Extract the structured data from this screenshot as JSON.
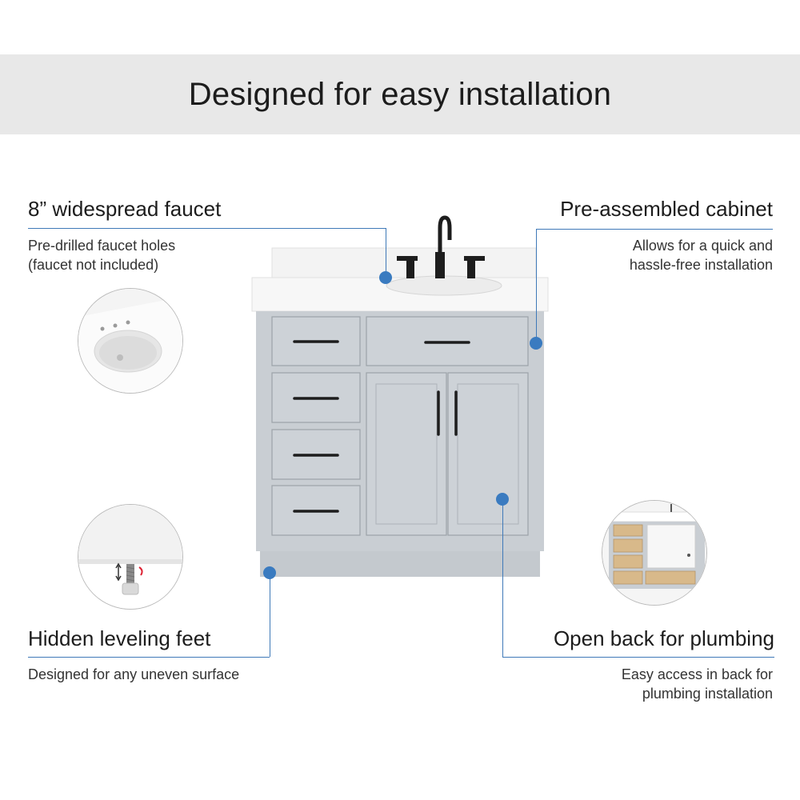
{
  "header": {
    "title": "Designed for easy installation"
  },
  "features": {
    "faucet": {
      "title": "8” widespread faucet",
      "desc_line1": "Pre-drilled faucet holes",
      "desc_line2": "(faucet not included)"
    },
    "cabinet": {
      "title": "Pre-assembled cabinet",
      "desc_line1": "Allows for  a quick and",
      "desc_line2": "hassle-free installation"
    },
    "feet": {
      "title": "Hidden leveling feet",
      "desc_line1": "Designed for any uneven surface"
    },
    "plumbing": {
      "title": "Open back for plumbing",
      "desc_line1": "Easy access in back for",
      "desc_line2": "plumbing installation"
    }
  },
  "colors": {
    "accent": "#3a7bc0",
    "cabinet": "#c9ced3",
    "banner": "#e8e8e8"
  }
}
